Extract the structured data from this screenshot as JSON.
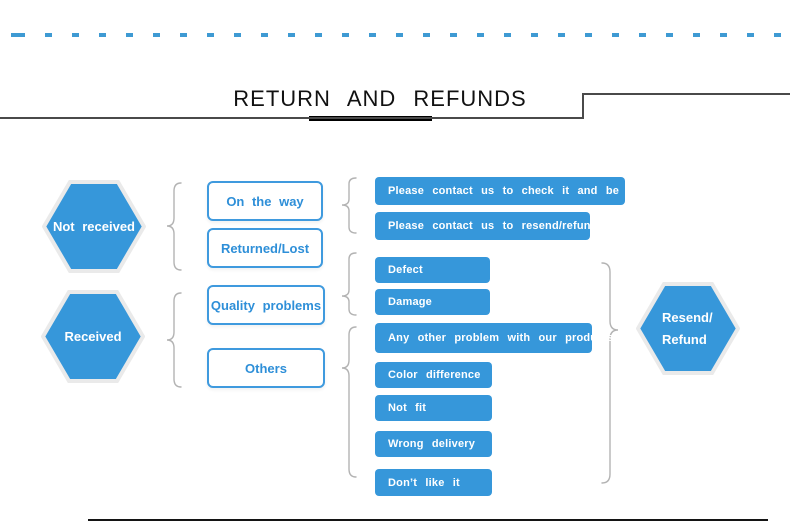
{
  "header": {
    "title": "RETURN AND REFUNDS"
  },
  "flow": {
    "hexagons": [
      {
        "label": "Not received"
      },
      {
        "label": "Received"
      },
      {
        "line1": "Resend/",
        "line2": "Refund"
      }
    ],
    "categories": [
      {
        "label": "On the way"
      },
      {
        "label": "Returned/Lost"
      },
      {
        "label": "Quality problems"
      },
      {
        "label": "Others"
      }
    ],
    "outcomes": [
      {
        "label": "Please contact us to check it and be patient"
      },
      {
        "label": "Please contact us to resend/refund"
      },
      {
        "label": "Defect"
      },
      {
        "label": "Damage"
      },
      {
        "label": "Any other problem with our products"
      },
      {
        "label": "Color difference"
      },
      {
        "label": "Not fit"
      },
      {
        "label": "Wrong delivery"
      },
      {
        "label": "Don’t like it"
      }
    ]
  },
  "colors": {
    "accent_blue": "#3697DA",
    "box_border_blue": "#3F9ADE",
    "box_text_blue": "#2E8FD8",
    "dash_blue": "#3E9AD3",
    "brace_gray": "#B3B3B3",
    "line_dark": "#4A4A4A",
    "title_black": "#111111"
  }
}
